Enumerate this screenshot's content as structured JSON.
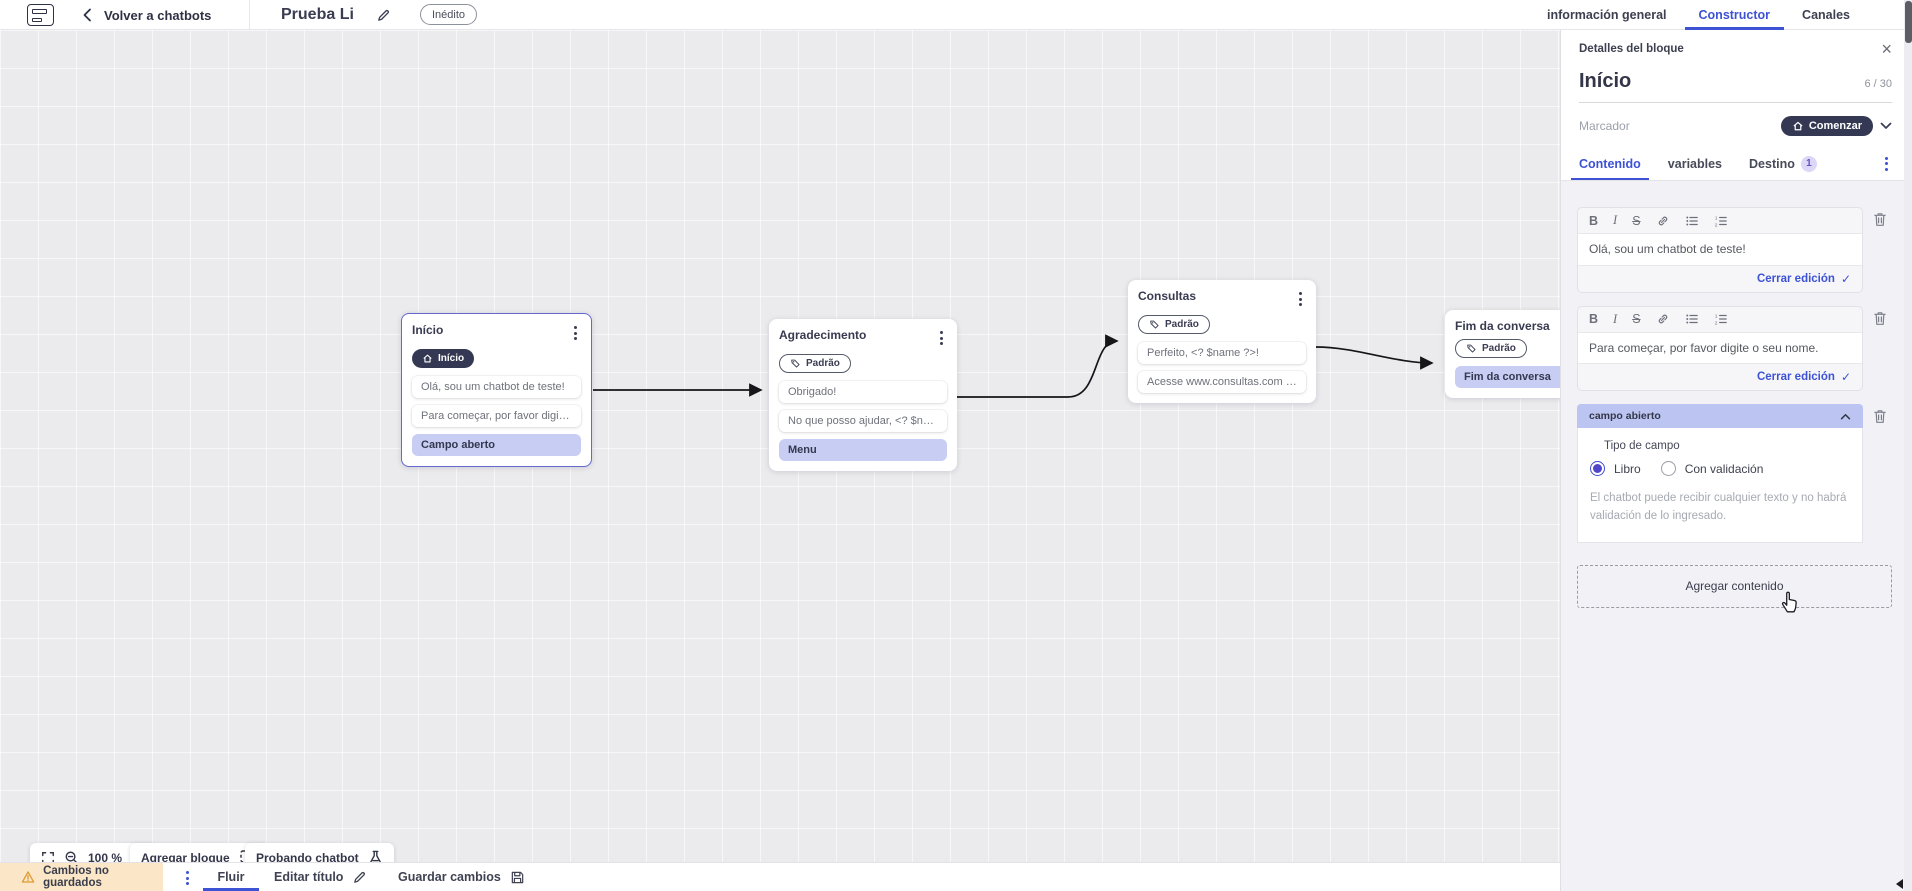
{
  "topbar": {
    "back_label": "Volver a chatbots",
    "title": "Prueba Li",
    "status_badge": "Inédito",
    "tabs": [
      {
        "label": "información general"
      },
      {
        "label": "Constructor"
      },
      {
        "label": "Canales"
      }
    ]
  },
  "panel": {
    "header": "Detalles del bloque",
    "block_name": "Início",
    "name_counter": "6 / 30",
    "marker_label": "Marcador",
    "marker_value": "Comenzar",
    "tabs": [
      {
        "label": "Contenido"
      },
      {
        "label": "variables"
      },
      {
        "label": "Destino",
        "badge": "1"
      }
    ],
    "editors": [
      {
        "text": "Olá, sou um chatbot de teste!",
        "close_label": "Cerrar edición"
      },
      {
        "text": "Para começar, por favor digite o seu nome.",
        "close_label": "Cerrar edición"
      }
    ],
    "open_field": {
      "title": "campo abierto",
      "type_label": "Tipo de campo",
      "options": [
        {
          "label": "Libro"
        },
        {
          "label": "Con validación"
        }
      ],
      "helper": "El chatbot puede recibir cualquier texto y no habrá validación de lo ingresado."
    },
    "add_content_label": "Agregar contenido"
  },
  "canvas": {
    "nodes": [
      {
        "title": "Início",
        "badge": "Início",
        "items": [
          {
            "text": "Olá, sou um chatbot de teste!"
          },
          {
            "text": "Para começar, por favor digite o ..."
          },
          {
            "text": "Campo aberto"
          }
        ]
      },
      {
        "title": "Agradecimento",
        "badge": "Padrão",
        "items": [
          {
            "text": "Obrigado!"
          },
          {
            "text": "No que posso ajudar, <? $name ..."
          },
          {
            "text": "Menu"
          }
        ]
      },
      {
        "title": "Consultas",
        "badge": "Padrão",
        "items": [
          {
            "text": "Perfeito, <? $name ?>!"
          },
          {
            "text": "Acesse www.consultas.com par..."
          }
        ]
      },
      {
        "title": "Fim da conversa",
        "badge": "Padrão",
        "items": [
          {
            "text": "Fim da conversa"
          }
        ]
      }
    ],
    "toolbar": {
      "zoom_level": "100 %",
      "add_block_label": "Agregar bloque",
      "test_label": "Probando chatbot"
    }
  },
  "bottombar": {
    "warning": "Cambios no guardados",
    "flow_tab": "Fluir",
    "edit_title_label": "Editar título",
    "save_label": "Guardar cambios"
  },
  "colors": {
    "accent": "#3d52d5",
    "dark_pill": "#343853",
    "node_highlight": "#c7cdf3",
    "section_header": "#bcc5f1",
    "warning_bg": "#fbe7c7",
    "canvas_bg": "#ebebee",
    "panel_bg": "#f2f1f6"
  }
}
